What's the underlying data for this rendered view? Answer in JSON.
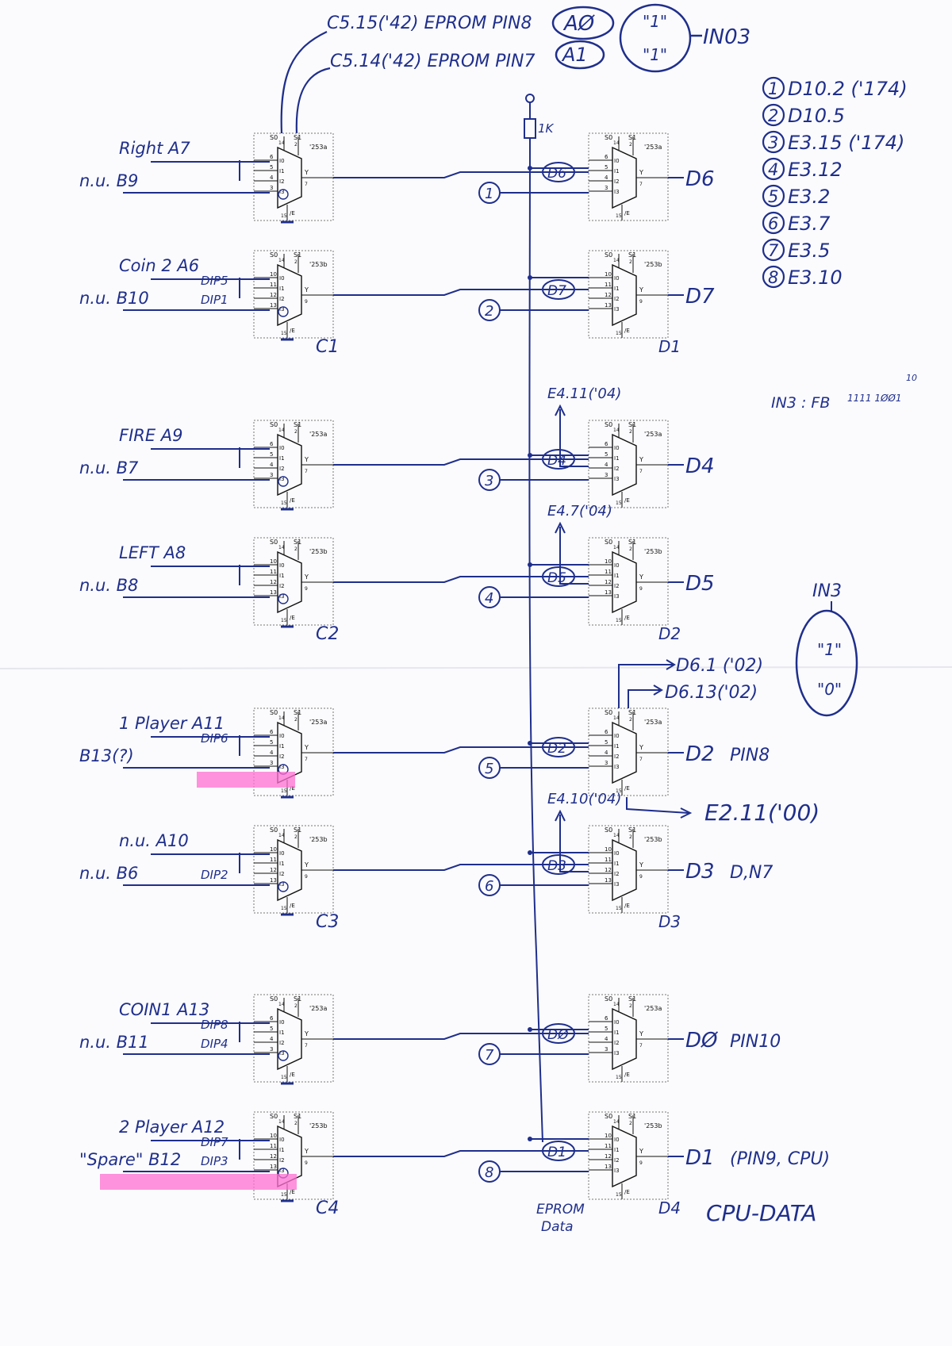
{
  "header": {
    "addr_a0": "C5.15('42) EPROM PIN8",
    "addr_a0_label": "AØ",
    "addr_a1": "C5.14('42) EPROM PIN7",
    "addr_a1_label": "A1",
    "ino3_val1": "\"1\"",
    "ino3_val2": "\"1\"",
    "ino3_label": "IN03"
  },
  "legend": [
    {
      "num": "1",
      "text": "D10.2 ('174)"
    },
    {
      "num": "2",
      "text": "D10.5"
    },
    {
      "num": "3",
      "text": "E3.15 ('174)"
    },
    {
      "num": "4",
      "text": "E3.12"
    },
    {
      "num": "5",
      "text": "E3.2"
    },
    {
      "num": "6",
      "text": "E3.7"
    },
    {
      "num": "7",
      "text": "E3.5"
    },
    {
      "num": "8",
      "text": "E3.10"
    }
  ],
  "in3_note": "IN3 : FB",
  "in3_note_tail": "1111 1ØØ1",
  "in3_note_sup": "10",
  "in3_box": {
    "label": "IN3",
    "v1": "\"1\"",
    "v2": "\"0\""
  },
  "resistor_label": "1K",
  "chip_pin_labels": {
    "s0": "S0",
    "s1": "S1",
    "y": "Y",
    "e": "/E",
    "i0": "I0",
    "i1": "I1",
    "i2": "I2",
    "i3": "I3",
    "a_pins": [
      "6",
      "5",
      "4",
      "3",
      "7",
      "15"
    ],
    "b_pins": [
      "10",
      "11",
      "12",
      "13",
      "9",
      "15"
    ],
    "s_pins": [
      "14",
      "2"
    ],
    "type_a": "'253a",
    "type_b": "'253b"
  },
  "left_chips": [
    {
      "label": "C1",
      "top": {
        "in1": "Right  A7",
        "in2": "n.u.  B9",
        "dip1": "",
        "dip2": ""
      },
      "bottom": {
        "in1": "Coin 2  A6",
        "in2": "n.u.  B10",
        "dip1": "DIP5",
        "dip2": "DIP1"
      }
    },
    {
      "label": "C2",
      "top": {
        "in1": "FIRE  A9",
        "in2": "n.u.  B7",
        "dip1": "",
        "dip2": ""
      },
      "bottom": {
        "in1": "LEFT  A8",
        "in2": "n.u.  B8",
        "dip1": "",
        "dip2": ""
      }
    },
    {
      "label": "C3",
      "top": {
        "in1": "1 Player  A11",
        "in2": "B13(?)",
        "dip1": "DIP6",
        "dip2": ""
      },
      "bottom": {
        "in1": "n.u.  A10",
        "in2": "n.u.  B6",
        "dip1": "",
        "dip2": "DIP2"
      }
    },
    {
      "label": "C4",
      "top": {
        "in1": "COIN1  A13",
        "in2": "n.u.  B11",
        "dip1": "DIP8",
        "dip2": "DIP4"
      },
      "bottom": {
        "in1": "2 Player A12",
        "in2": "\"Spare\"  B12",
        "dip1": "DIP7",
        "dip2": "DIP3"
      }
    }
  ],
  "right_chips": [
    {
      "label": "D1",
      "top": {
        "inner": "D6",
        "circle": "1",
        "out": "D6"
      },
      "bottom": {
        "inner": "D7",
        "circle": "2",
        "out": "D7"
      }
    },
    {
      "label": "D2",
      "top": {
        "inner": "D4",
        "circle": "3",
        "out": "D4",
        "above": "E4.11('04)"
      },
      "bottom": {
        "inner": "D5",
        "circle": "4",
        "out": "D5",
        "above": "E4.7('04)"
      }
    },
    {
      "label": "D3",
      "top": {
        "inner": "D2",
        "circle": "5",
        "out": "D2",
        "out_note": "PIN8"
      },
      "bottom": {
        "inner": "D3",
        "circle": "6",
        "out": "D3",
        "out_note": "D,N7",
        "above": "E4.10('04)"
      }
    },
    {
      "label": "D4",
      "top": {
        "inner": "DØ",
        "circle": "7",
        "out": "DØ",
        "out_note": "PIN10"
      },
      "bottom": {
        "inner": "D1",
        "circle": "8",
        "out": "D1",
        "out_note": "(PIN9, CPU)"
      }
    }
  ],
  "d3_extra": {
    "d6_1": "D6.1 ('02)",
    "d6_13": "D6.13('02)",
    "e2_11": "E2.11('00)"
  },
  "footer": {
    "eprom_data": "EPROM",
    "eprom_data2": "Data",
    "cpu_data": "CPU-DATA",
    "d4_label": "D4"
  },
  "colors": {
    "ink": "#1f2f8c",
    "highlight": "#ff6fd0",
    "paper": "#fbfbfd"
  }
}
